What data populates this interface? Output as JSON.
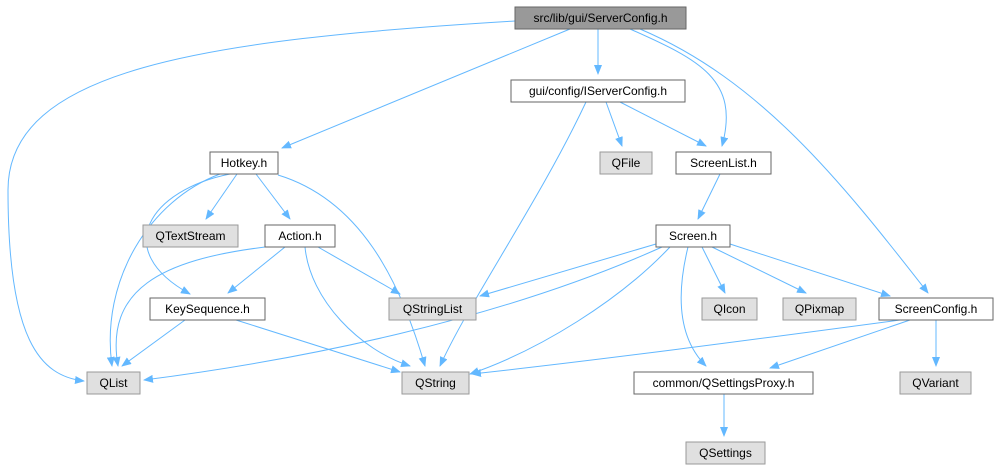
{
  "colors": {
    "edge": "#63b8ff",
    "root_fill": "#999999",
    "root_stroke": "#666666",
    "header_fill": "#ffffff",
    "header_stroke": "#666666",
    "external_fill": "#e0e0e0",
    "external_stroke": "#999999"
  },
  "nodes": {
    "server_config": {
      "label": "src/lib/gui/ServerConfig.h",
      "kind": "root"
    },
    "iserver_config": {
      "label": "gui/config/IServerConfig.h",
      "kind": "header"
    },
    "hotkey": {
      "label": "Hotkey.h",
      "kind": "header"
    },
    "qfile": {
      "label": "QFile",
      "kind": "external"
    },
    "screen_list": {
      "label": "ScreenList.h",
      "kind": "header"
    },
    "qtextstream": {
      "label": "QTextStream",
      "kind": "external"
    },
    "action": {
      "label": "Action.h",
      "kind": "header"
    },
    "screen": {
      "label": "Screen.h",
      "kind": "header"
    },
    "keysequence": {
      "label": "KeySequence.h",
      "kind": "header"
    },
    "qstringlist": {
      "label": "QStringList",
      "kind": "external"
    },
    "qicon": {
      "label": "QIcon",
      "kind": "external"
    },
    "qpixmap": {
      "label": "QPixmap",
      "kind": "external"
    },
    "screen_config": {
      "label": "ScreenConfig.h",
      "kind": "header"
    },
    "qlist": {
      "label": "QList",
      "kind": "external"
    },
    "qstring": {
      "label": "QString",
      "kind": "external"
    },
    "qsettingsproxy": {
      "label": "common/QSettingsProxy.h",
      "kind": "header"
    },
    "qvariant": {
      "label": "QVariant",
      "kind": "external"
    },
    "qsettings": {
      "label": "QSettings",
      "kind": "external"
    }
  },
  "edges": [
    {
      "from": "server_config",
      "to": "qlist"
    },
    {
      "from": "server_config",
      "to": "iserver_config"
    },
    {
      "from": "server_config",
      "to": "hotkey"
    },
    {
      "from": "server_config",
      "to": "screen_list"
    },
    {
      "from": "server_config",
      "to": "screen_config"
    },
    {
      "from": "iserver_config",
      "to": "qfile"
    },
    {
      "from": "iserver_config",
      "to": "screen_list"
    },
    {
      "from": "iserver_config",
      "to": "qstring"
    },
    {
      "from": "hotkey",
      "to": "qtextstream"
    },
    {
      "from": "hotkey",
      "to": "action"
    },
    {
      "from": "hotkey",
      "to": "qlist"
    },
    {
      "from": "hotkey",
      "to": "keysequence"
    },
    {
      "from": "hotkey",
      "to": "qstring"
    },
    {
      "from": "screen_list",
      "to": "screen"
    },
    {
      "from": "action",
      "to": "keysequence"
    },
    {
      "from": "action",
      "to": "qlist"
    },
    {
      "from": "action",
      "to": "qstring"
    },
    {
      "from": "action",
      "to": "qstringlist"
    },
    {
      "from": "keysequence",
      "to": "qlist"
    },
    {
      "from": "keysequence",
      "to": "qstring"
    },
    {
      "from": "screen",
      "to": "qstringlist"
    },
    {
      "from": "screen",
      "to": "qlist"
    },
    {
      "from": "screen",
      "to": "qstring"
    },
    {
      "from": "screen",
      "to": "qicon"
    },
    {
      "from": "screen",
      "to": "qpixmap"
    },
    {
      "from": "screen",
      "to": "screen_config"
    },
    {
      "from": "screen",
      "to": "qsettingsproxy"
    },
    {
      "from": "screen_config",
      "to": "qstring"
    },
    {
      "from": "screen_config",
      "to": "qsettingsproxy"
    },
    {
      "from": "screen_config",
      "to": "qvariant"
    },
    {
      "from": "qsettingsproxy",
      "to": "qsettings"
    }
  ]
}
